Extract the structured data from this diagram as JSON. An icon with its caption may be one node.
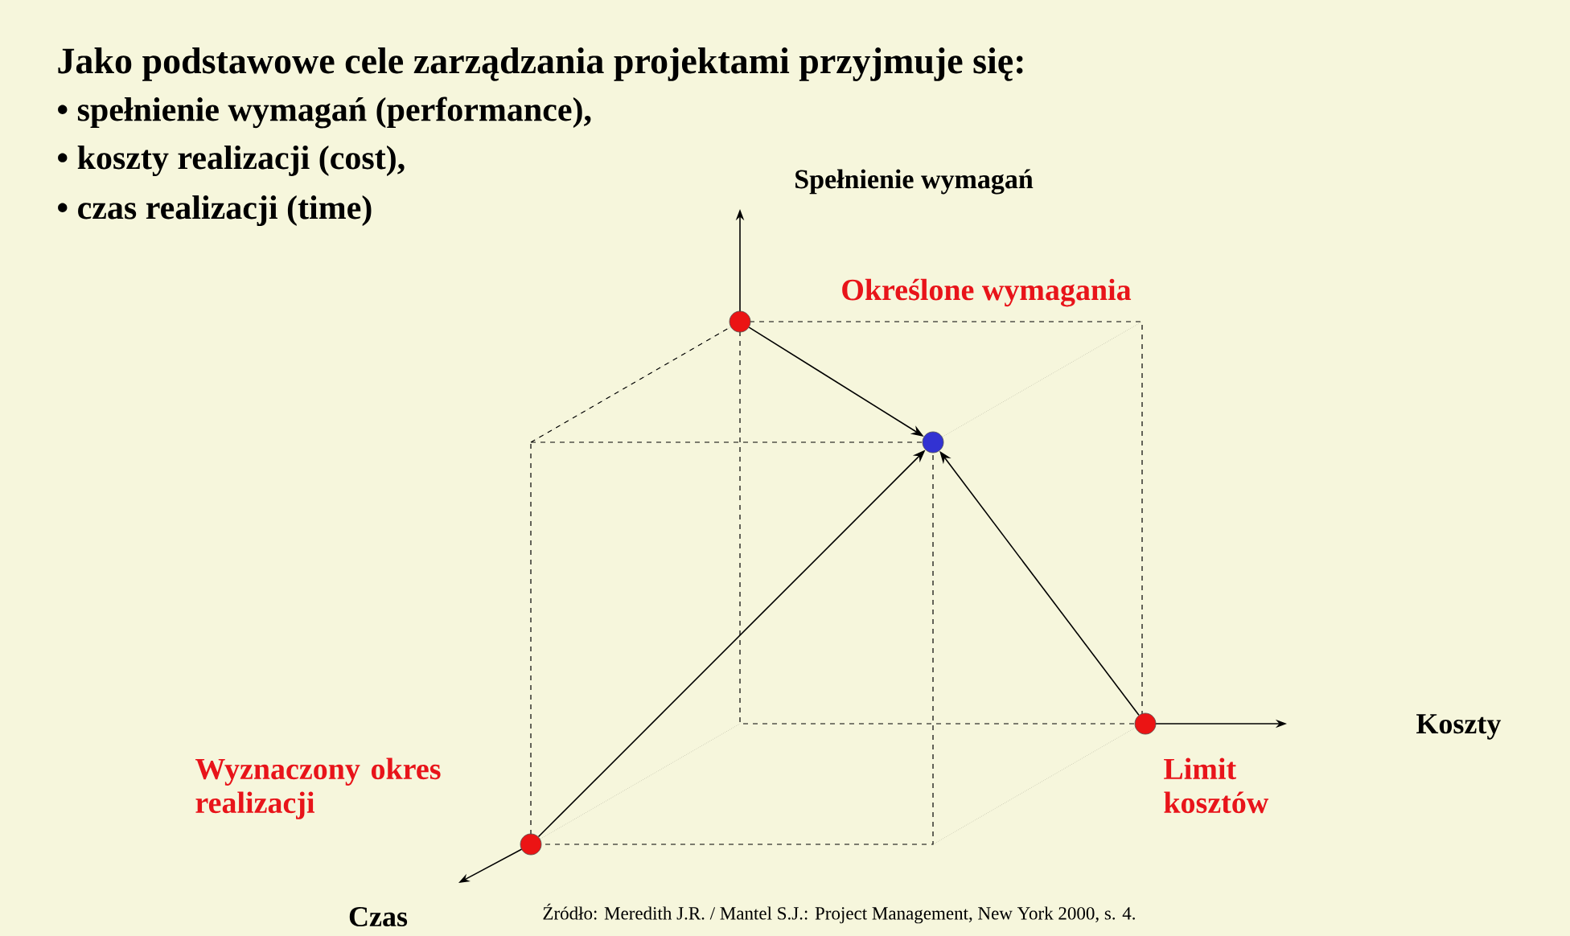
{
  "diagram": {
    "title": "Jako podstawowe cele zarządzania projektami przyjmuje się:",
    "nodes": [
      {
        "text": [],
        "shape": "circle",
        "beside": [
          "Określone wymagania"
        ]
      },
      {
        "text": [],
        "shape": "circle"
      },
      {
        "text": [],
        "shape": "circle",
        "beside": [
          "Limit kosztów"
        ]
      },
      {
        "text": [],
        "shape": "circle",
        "beside": [
          "Wyznaczony okres realizacji"
        ]
      }
    ],
    "edges": [
      {
        "from": 0,
        "to": 1,
        "arrow": "to"
      },
      {
        "from": 3,
        "to": 1,
        "arrow": "to"
      },
      {
        "from": 2,
        "to": 1,
        "arrow": "to"
      }
    ],
    "labels": [
      "• spełnienie wymagań (performance),",
      "• koszty realizacji (cost),",
      "• czas realizacji (time)",
      "Spełnienie wymagań",
      "Koszty",
      "Czas",
      "Źródło: Meredith J.R. / Mantel S.J.: Project Management, New York 2000,  s. 4."
    ]
  }
}
